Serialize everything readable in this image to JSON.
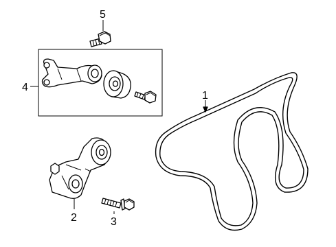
{
  "callouts": {
    "belt": "1",
    "tensioner": "2",
    "tensioner_bolt": "3",
    "idler_bracket_assembly": "4",
    "bracket_bolt": "5"
  }
}
